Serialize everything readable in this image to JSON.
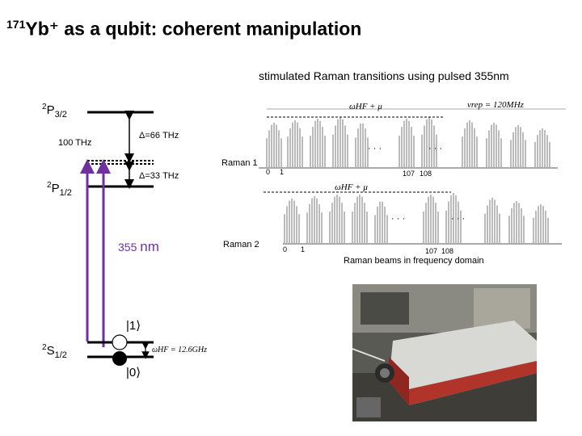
{
  "slide": {
    "title_sup": "171",
    "title_main": "Yb⁺ as a qubit: coherent manipulation",
    "subtitle": "stimulated Raman transitions using pulsed 355nm"
  },
  "levels": {
    "p32_sup": "2",
    "p32_main": "P",
    "p32_sub": "3/2",
    "p12_sup": "2",
    "p12_main": "P",
    "p12_sub": "1/2",
    "s12_sup": "2",
    "s12_main": "S",
    "s12_sub": "1/2",
    "split_p": "100 THz",
    "delta1": "Δ=66 THz",
    "delta2": "Δ=33 THz",
    "wavelength_num": "355",
    "wavelength_unit": "nm",
    "ket1": "|1⟩",
    "ket0": "|0⟩",
    "hf": "ωHF = 12.6GHz"
  },
  "spectrum": {
    "omega1": "ωHF + μ",
    "omega2": "ωHF + μ",
    "rep": "νrep = 120MHz",
    "raman1": "Raman 1",
    "raman2": "Raman 2",
    "t0a": "0",
    "t1a": "1",
    "t107a": "107",
    "t108a": "108",
    "t0b": "0",
    "t1b": "1",
    "t107b": "107",
    "t108b": "108",
    "dots": "· · ·",
    "caption": "Raman beams in frequency domain"
  },
  "colors": {
    "arrow": "#7030a0",
    "levels": "#000000",
    "photo_laser": "#b0342a"
  },
  "icons": {
    "photo": "laser-photo"
  }
}
